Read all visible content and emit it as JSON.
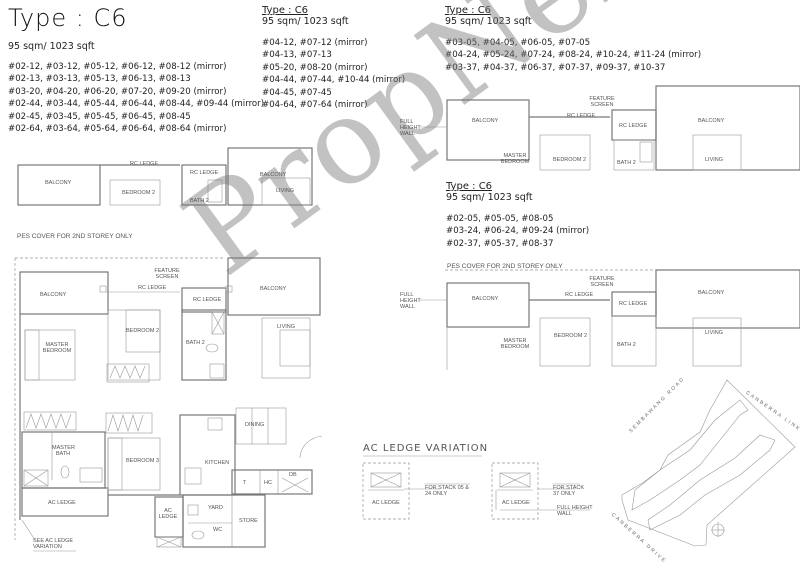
{
  "watermark": "PropNex",
  "block_main": {
    "title": "Type : C6",
    "area": "95 sqm/ 1023 sqft",
    "units": [
      "#02-12, #03-12, #05-12, #06-12, #08-12 (mirror)",
      "#02-13, #03-13, #05-13, #06-13, #08-13",
      "#03-20, #04-20, #06-20, #07-20, #09-20 (mirror)",
      "#02-44, #03-44, #05-44, #06-44, #08-44, #09-44 (mirror)",
      "#02-45, #03-45, #05-45, #06-45, #08-45",
      "#02-64, #03-64, #05-64, #06-64, #08-64 (mirror)"
    ]
  },
  "block_mid": {
    "title": "Type : C6",
    "area": "95 sqm/ 1023 sqft",
    "units": [
      "#04-12, #07-12 (mirror)",
      "#04-13, #07-13",
      "#05-20, #08-20 (mirror)",
      "#04-44, #07-44, #10-44 (mirror)",
      "#04-45, #07-45",
      "#04-64, #07-64 (mirror)"
    ]
  },
  "block_right_top": {
    "title": "Type : C6",
    "area": "95 sqm/ 1023 sqft",
    "units": [
      "#03-05, #04-05, #06-05, #07-05",
      "#04-24, #05-24, #07-24, #08-24, #10-24, #11-24 (mirror)",
      "#03-37, #04-37, #06-37, #07-37, #09-37, #10-37"
    ]
  },
  "block_right_mid": {
    "title": "Type : C6",
    "area": "95 sqm/ 1023 sqft",
    "units": [
      "#02-05, #05-05, #08-05",
      "#03-24, #06-24, #09-24 (mirror)",
      "#02-37, #05-37, #08-37"
    ]
  },
  "plan_labels": {
    "pes_cover": "PES COVER FOR 2ND STOREY ONLY",
    "feature_screen": "FEATURE SCREEN",
    "balcony": "BALCONY",
    "rc_ledge": "RC LEDGE",
    "bedroom_2": "BEDROOM 2",
    "bedroom_3": "BEDROOM 3",
    "master_bedroom": "MASTER BEDROOM",
    "master_bath": "MASTER BATH",
    "bath_2": "BATH 2",
    "living": "LIVING",
    "dining": "DINING",
    "kitchen": "KITCHEN",
    "yard": "YARD",
    "store": "STORE",
    "wc": "WC",
    "t": "T",
    "hc": "HC",
    "db": "DB",
    "ac_ledge": "AC LEDGE",
    "see_ac_ledge_variation": "SEE AC LEDGE VARIATION",
    "full_height_wall": "FULL HEIGHT WALL"
  },
  "ac_variation": {
    "title": "AC LEDGE VARIATION",
    "note_1": "FOR STACK 05 & 24 ONLY",
    "note_2": "FOR STACK 37 ONLY",
    "full_height_wall": "FULL HEIGHT WALL",
    "ac_ledge": "AC LEDGE"
  },
  "site_map": {
    "roads": [
      "SEMBAWANG ROAD",
      "CANBERRA LINK",
      "CANBERRA DRIVE"
    ]
  }
}
